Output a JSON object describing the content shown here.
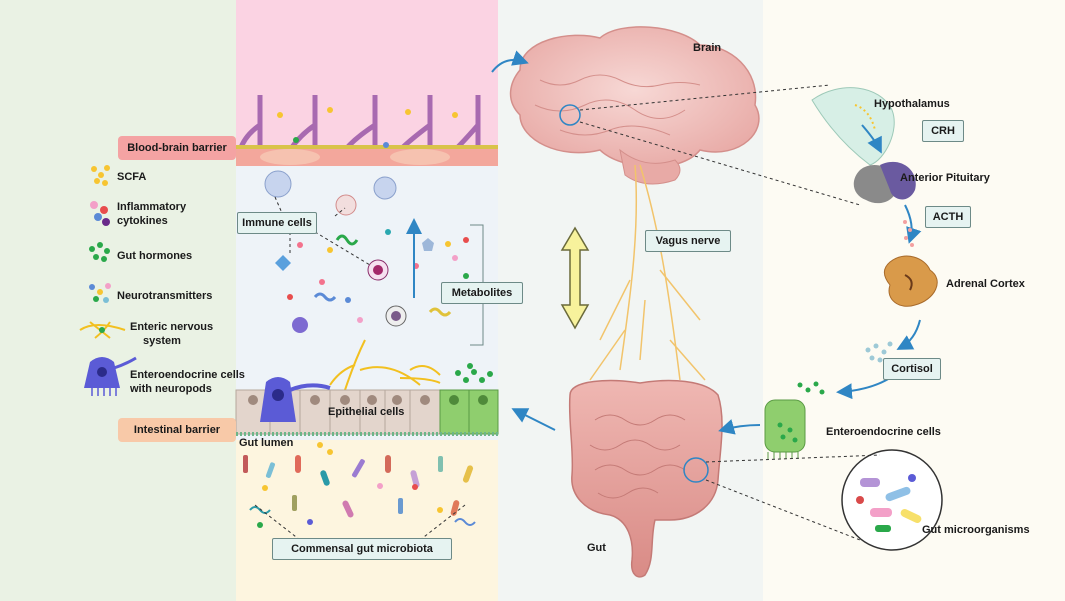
{
  "labels": {
    "blood_brain_barrier": "Blood-brain barrier",
    "intestinal_barrier": "Intestinal barrier",
    "immune_cells": "Immune cells",
    "metabolites": "Metabolites",
    "epithelial_cells": "Epithelial cells",
    "gut_lumen": "Gut lumen",
    "commensal_microbiota": "Commensal gut microbiota",
    "brain": "Brain",
    "vagus_nerve": "Vagus nerve",
    "gut": "Gut",
    "hypothalamus": "Hypothalamus",
    "crh": "CRH",
    "anterior_pituitary": "Anterior Pituitary",
    "acth": "ACTH",
    "adrenal_cortex": "Adrenal Cortex",
    "cortisol": "Cortisol",
    "enteroendocrine_cells": "Enteroendocrine cells",
    "gut_microorganisms": "Gut microorganisms"
  },
  "legend": {
    "scfa": "SCFA",
    "cytokines_1": "Inflammatory",
    "cytokines_2": "cytokines",
    "gut_hormones": "Gut hormones",
    "neurotransmitters": "Neurotransmitters",
    "ens_1": "Enteric nervous",
    "ens_2": "system",
    "eec_1": "Enteroendocrine cells",
    "eec_2": "with neuropods"
  },
  "colors": {
    "left_panel_bg": "#eaf2e4",
    "bbb_pink": "#fbd3e3",
    "tag_pink": "#f4a3a3",
    "tag_peach": "#f8c9a8",
    "center_bg": "#f3f6f8",
    "right_bg": "#fdfbf3",
    "arrow_blue": "#2f86c4",
    "brain_pink": "#f1c4c1",
    "gut_pink": "#e9a8a3",
    "nerve_yellow": "#f2c46b",
    "scfa_yellow": "#f7c531",
    "hormone_green": "#2aa84a",
    "eec_purple": "#5b5bd6"
  }
}
